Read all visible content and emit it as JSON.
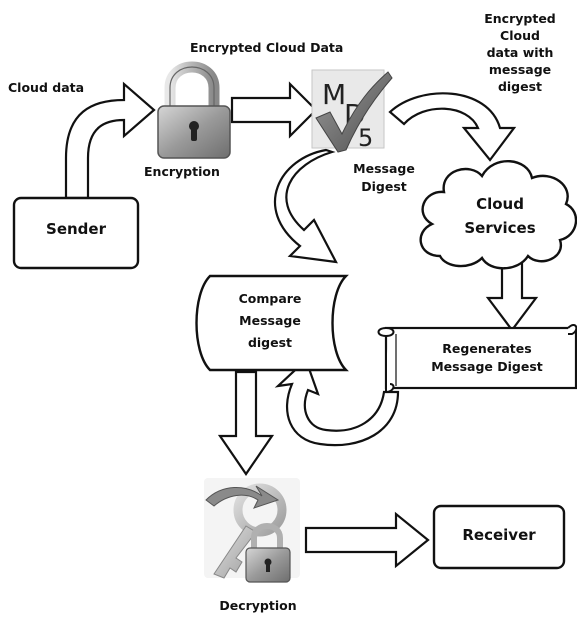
{
  "labels": {
    "cloud_data": "Cloud data",
    "encrypted_cloud_data": "Encrypted Cloud Data",
    "encryption": "Encryption",
    "encrypted_with_digest_lines": [
      "Encrypted",
      "Cloud",
      "data with",
      "message",
      "digest"
    ],
    "message_digest_lines": [
      "Message",
      "Digest"
    ],
    "decryption": "Decryption"
  },
  "nodes": {
    "sender": "Sender",
    "cloud_services_lines": [
      "Cloud",
      "Services"
    ],
    "compare_lines": [
      "Compare",
      "Message",
      "digest"
    ],
    "regenerate_lines": [
      "Regenerates",
      "Message Digest"
    ],
    "receiver": "Receiver"
  },
  "icons": {
    "md5_letters": [
      "M",
      "D",
      "5"
    ],
    "lock": "padlock-icon",
    "md5": "md5-checkmark-icon",
    "decrypt": "key-padlock-icon"
  },
  "colors": {
    "stroke": "#111111",
    "lock_body": "#a8a8a8",
    "lock_shackle": "#c9c9c9",
    "check": "#6a6a6a",
    "arrow_accent": "#8a8a8a"
  }
}
